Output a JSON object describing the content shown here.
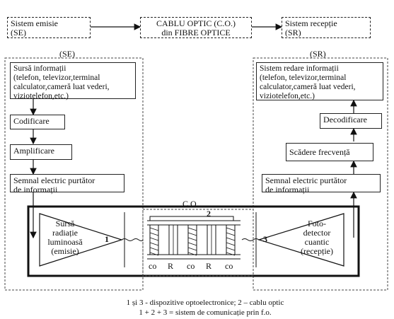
{
  "top_row": {
    "se": "Sistem emisie\n(SE)",
    "co": "CABLU OPTIC (C.O.)\ndin FIBRE OPTICE",
    "sr": "Sistem recepție\n(SR)"
  },
  "left": {
    "group_label": "(SE)",
    "source": "Sursă informații\n(telefon, televizor,terminal calculator,cameră luat vederi, viziotelefon,etc.)",
    "coding": "Codificare",
    "amplify": "Amplificare",
    "signal": "Semnal electric purtător\nde informații"
  },
  "right": {
    "group_label": "(SR)",
    "render": "Sistem redare informații\n(telefon, televizor,terminal calculator,cameră luat vederi, viziotelefon,etc.)",
    "decoding": "Decodificare",
    "freq": "Scădere frecvență",
    "signal": "Semnal electric purtător\nde informații"
  },
  "bottom": {
    "emitter": "Sursă\nradiație\nluminoasă\n(emisie)",
    "emitter_num": "1",
    "cable_label": "C.O.",
    "cable_num": "2",
    "detector": "Foto-\ndetector\ncuantic\n(recepție)",
    "detector_num": "3",
    "cable_parts": [
      "co",
      "R",
      "co",
      "R",
      "co"
    ]
  },
  "caption": {
    "line1": "1 și 3  - dispozitive optoelectronice; 2 – cablu optic",
    "line2": "1 + 2 + 3 = sistem de comunicație prin f.o."
  }
}
